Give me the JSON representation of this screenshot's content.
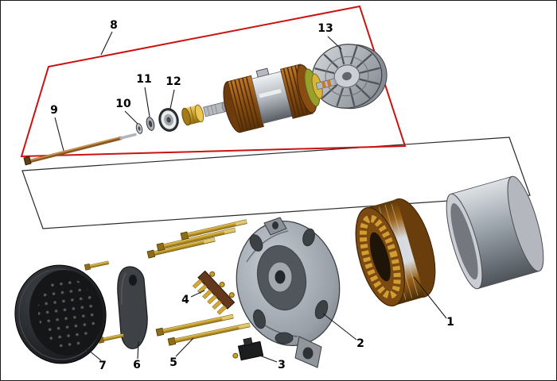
{
  "figure": {
    "type": "exploded-view-diagram",
    "callouts": [
      {
        "label": "1"
      },
      {
        "label": "2"
      },
      {
        "label": "3"
      },
      {
        "label": "4"
      },
      {
        "label": "5"
      },
      {
        "label": "6"
      },
      {
        "label": "7"
      },
      {
        "label": "8"
      },
      {
        "label": "9"
      },
      {
        "label": "10"
      },
      {
        "label": "11"
      },
      {
        "label": "12"
      },
      {
        "label": "13"
      }
    ],
    "colors": {
      "highlight_outline": "#cc1111",
      "plane_outline": "#2a2a2a",
      "copper_winding": "#9a5a14",
      "gold_hardware": "#c8a22a",
      "metal_gray": "#9aa2aa",
      "dark_cover": "#141517",
      "background": "#ffffff"
    }
  }
}
